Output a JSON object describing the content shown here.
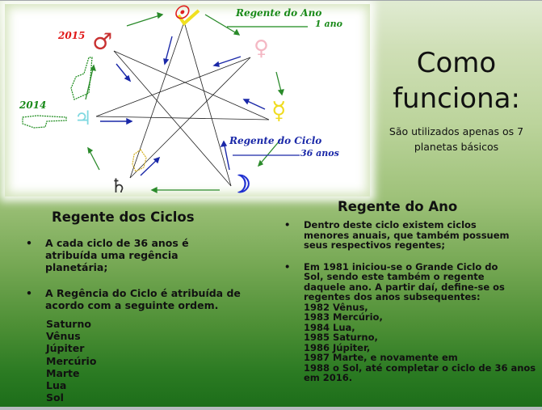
{
  "diagram": {
    "labels": {
      "year_2015": "2015",
      "year_2014": "2014",
      "ano_title": "Regente do Ano",
      "ano_duration": "1 ano",
      "ciclo_title": "Regente do Ciclo",
      "ciclo_duration": "36 anos"
    },
    "planets": {
      "sun": "☉",
      "venus": "♀",
      "mercury": "☿",
      "moon": "☽",
      "saturn": "♄",
      "jupiter": "♃",
      "mars": "♂"
    },
    "colors": {
      "sun": "#e02020",
      "venus": "#f4b8c4",
      "mercury": "#f4e020",
      "moon": "#2030d0",
      "saturn": "#333333",
      "jupiter": "#7fd8e0",
      "mars": "#d03030",
      "outer_arrows": "#2a8a2a",
      "inner_arrows": "#1a28a8",
      "ano_label": "#1a8a1a",
      "ciclo_label": "#1a28a8",
      "year_2015": "#e01818",
      "year_2014": "#1a8a1a"
    }
  },
  "header": {
    "title_line1": "Como",
    "title_line2": "funciona:",
    "subtitle": "São utilizados apenas os 7 planetas básicos"
  },
  "left_section": {
    "heading": "Regente dos Ciclos",
    "bullets": [
      "A cada ciclo de 36 anos é atribuída uma regência planetária;",
      "A Regência do Ciclo é atribuída de acordo com a seguinte ordem."
    ],
    "order": [
      "Saturno",
      "Vênus",
      "Júpiter",
      "Mercúrio",
      "Marte",
      "Lua",
      "Sol"
    ]
  },
  "right_section": {
    "heading": "Regente do Ano",
    "bullet1": "Dentro deste ciclo existem  ciclos menores anuais, que também possuem seus respectivos regentes;",
    "bullet2_intro": "Em 1981 iniciou-se o Grande Ciclo do Sol, sendo este também o regente daquele ano. A partir daí, define-se os regentes dos anos subsequentes:",
    "years": [
      "1982 Vênus,",
      "1983 Mercúrio,",
      "1984 Lua,",
      "1985 Saturno,",
      "1986 Júpiter,",
      "1987 Marte, e novamente em",
      "1988 o Sol, até completar o ciclo de 36 anos",
      "em 2016."
    ]
  }
}
